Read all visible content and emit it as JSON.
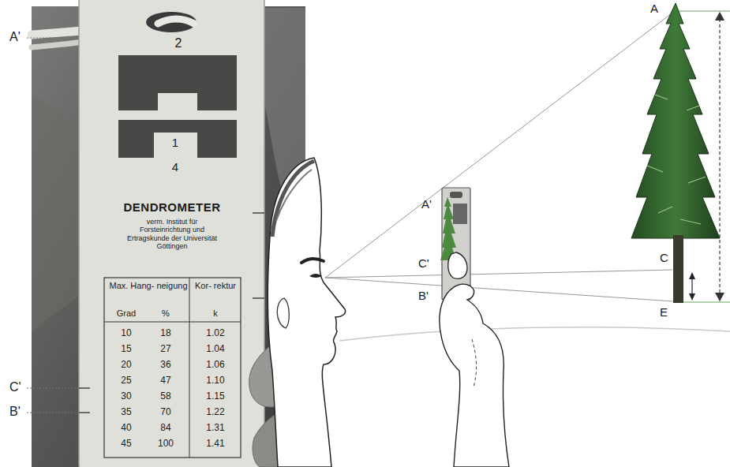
{
  "diagram": {
    "nodes": [
      {
        "text": [
          "2",
          "1",
          "4",
          "DENDROMETER",
          "verm. Institut für Forsteinrichtung und Ertragskunde der Universität Göttingen"
        ]
      }
    ],
    "labels": [
      "A'",
      "C'",
      "B'",
      "Max. Hang- neigung",
      "Kor- rektur",
      "Grad",
      "%",
      "k",
      "10",
      "18",
      "1.02",
      "15",
      "27",
      "1.04",
      "20",
      "36",
      "1.06",
      "25",
      "47",
      "1.10",
      "30",
      "58",
      "1.15",
      "35",
      "70",
      "1.22",
      "40",
      "84",
      "1.31",
      "45",
      "100",
      "1.41",
      "A'",
      "C'",
      "B'",
      "A",
      "C",
      "E"
    ]
  }
}
